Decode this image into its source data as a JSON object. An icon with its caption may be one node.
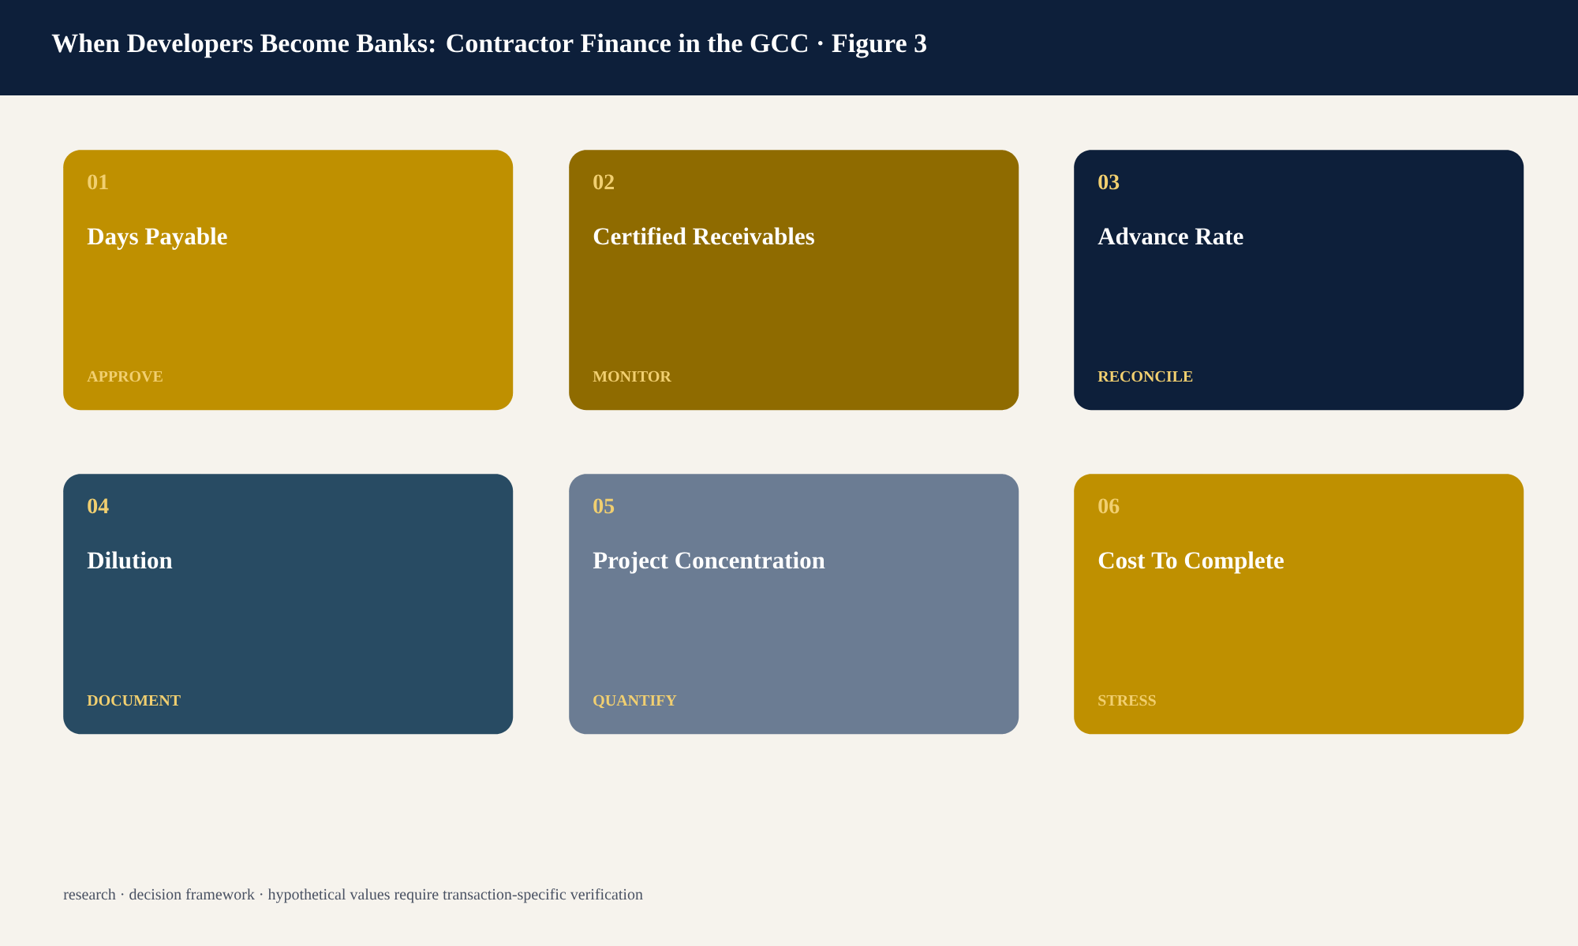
{
  "diagram": {
    "title": "When Developers Become Banks: Contractor Finance in the GCC · Figure 3",
    "nodes": [
      {
        "text": [
          "01",
          "Days Payable",
          "APPROVE"
        ]
      },
      {
        "text": [
          "02",
          "Certified Receivables",
          "MONITOR"
        ]
      },
      {
        "text": [
          "03",
          "Advance Rate",
          "RECONCILE"
        ]
      },
      {
        "text": [
          "04",
          "Dilution",
          "DOCUMENT"
        ]
      },
      {
        "text": [
          "05",
          "Project Concentration",
          "QUANTIFY"
        ]
      },
      {
        "text": [
          "06",
          "Cost To Complete",
          "STRESS"
        ]
      }
    ],
    "caption": "research · decision framework · hypothetical values require transaction-specific verification"
  }
}
